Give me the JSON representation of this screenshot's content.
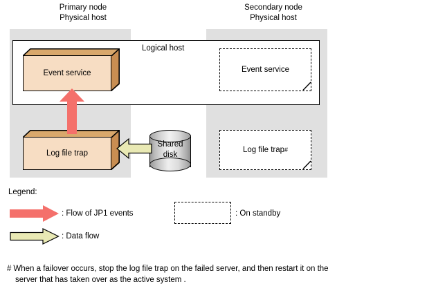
{
  "nodes": {
    "primary": {
      "caption": "Primary node\nPhysical host"
    },
    "secondary": {
      "caption": "Secondary node\nPhysical host"
    }
  },
  "logical_host": {
    "label": "Logical host"
  },
  "components": {
    "event_service_active": {
      "label": "Event service"
    },
    "log_file_trap_active": {
      "label": "Log file trap"
    },
    "event_service_standby": {
      "label": "Event service"
    },
    "log_file_trap_standby": {
      "label": "Log file trap",
      "footnote_mark": "#"
    },
    "shared_disk": {
      "label": "Shared\ndisk"
    }
  },
  "legend": {
    "title": "Legend:",
    "flow_jp1_events": "Flow of JP1 events",
    "data_flow": "Data flow",
    "on_standby": "On standby",
    "separator": ":"
  },
  "footnote": {
    "mark": "#",
    "line1": "When a failover occurs, stop the log file trap on the failed server, and then restart it on the",
    "line2": "server that has taken over as the active system ."
  },
  "colors": {
    "host_panel": "#e0e0e0",
    "box_front": "#f7ddc3",
    "box_top": "#d9a86c",
    "box_side": "#c98e52",
    "arrow_events": "#f4706b",
    "arrow_data": "#e9e9b4",
    "outline": "#000000",
    "background": "#ffffff"
  }
}
